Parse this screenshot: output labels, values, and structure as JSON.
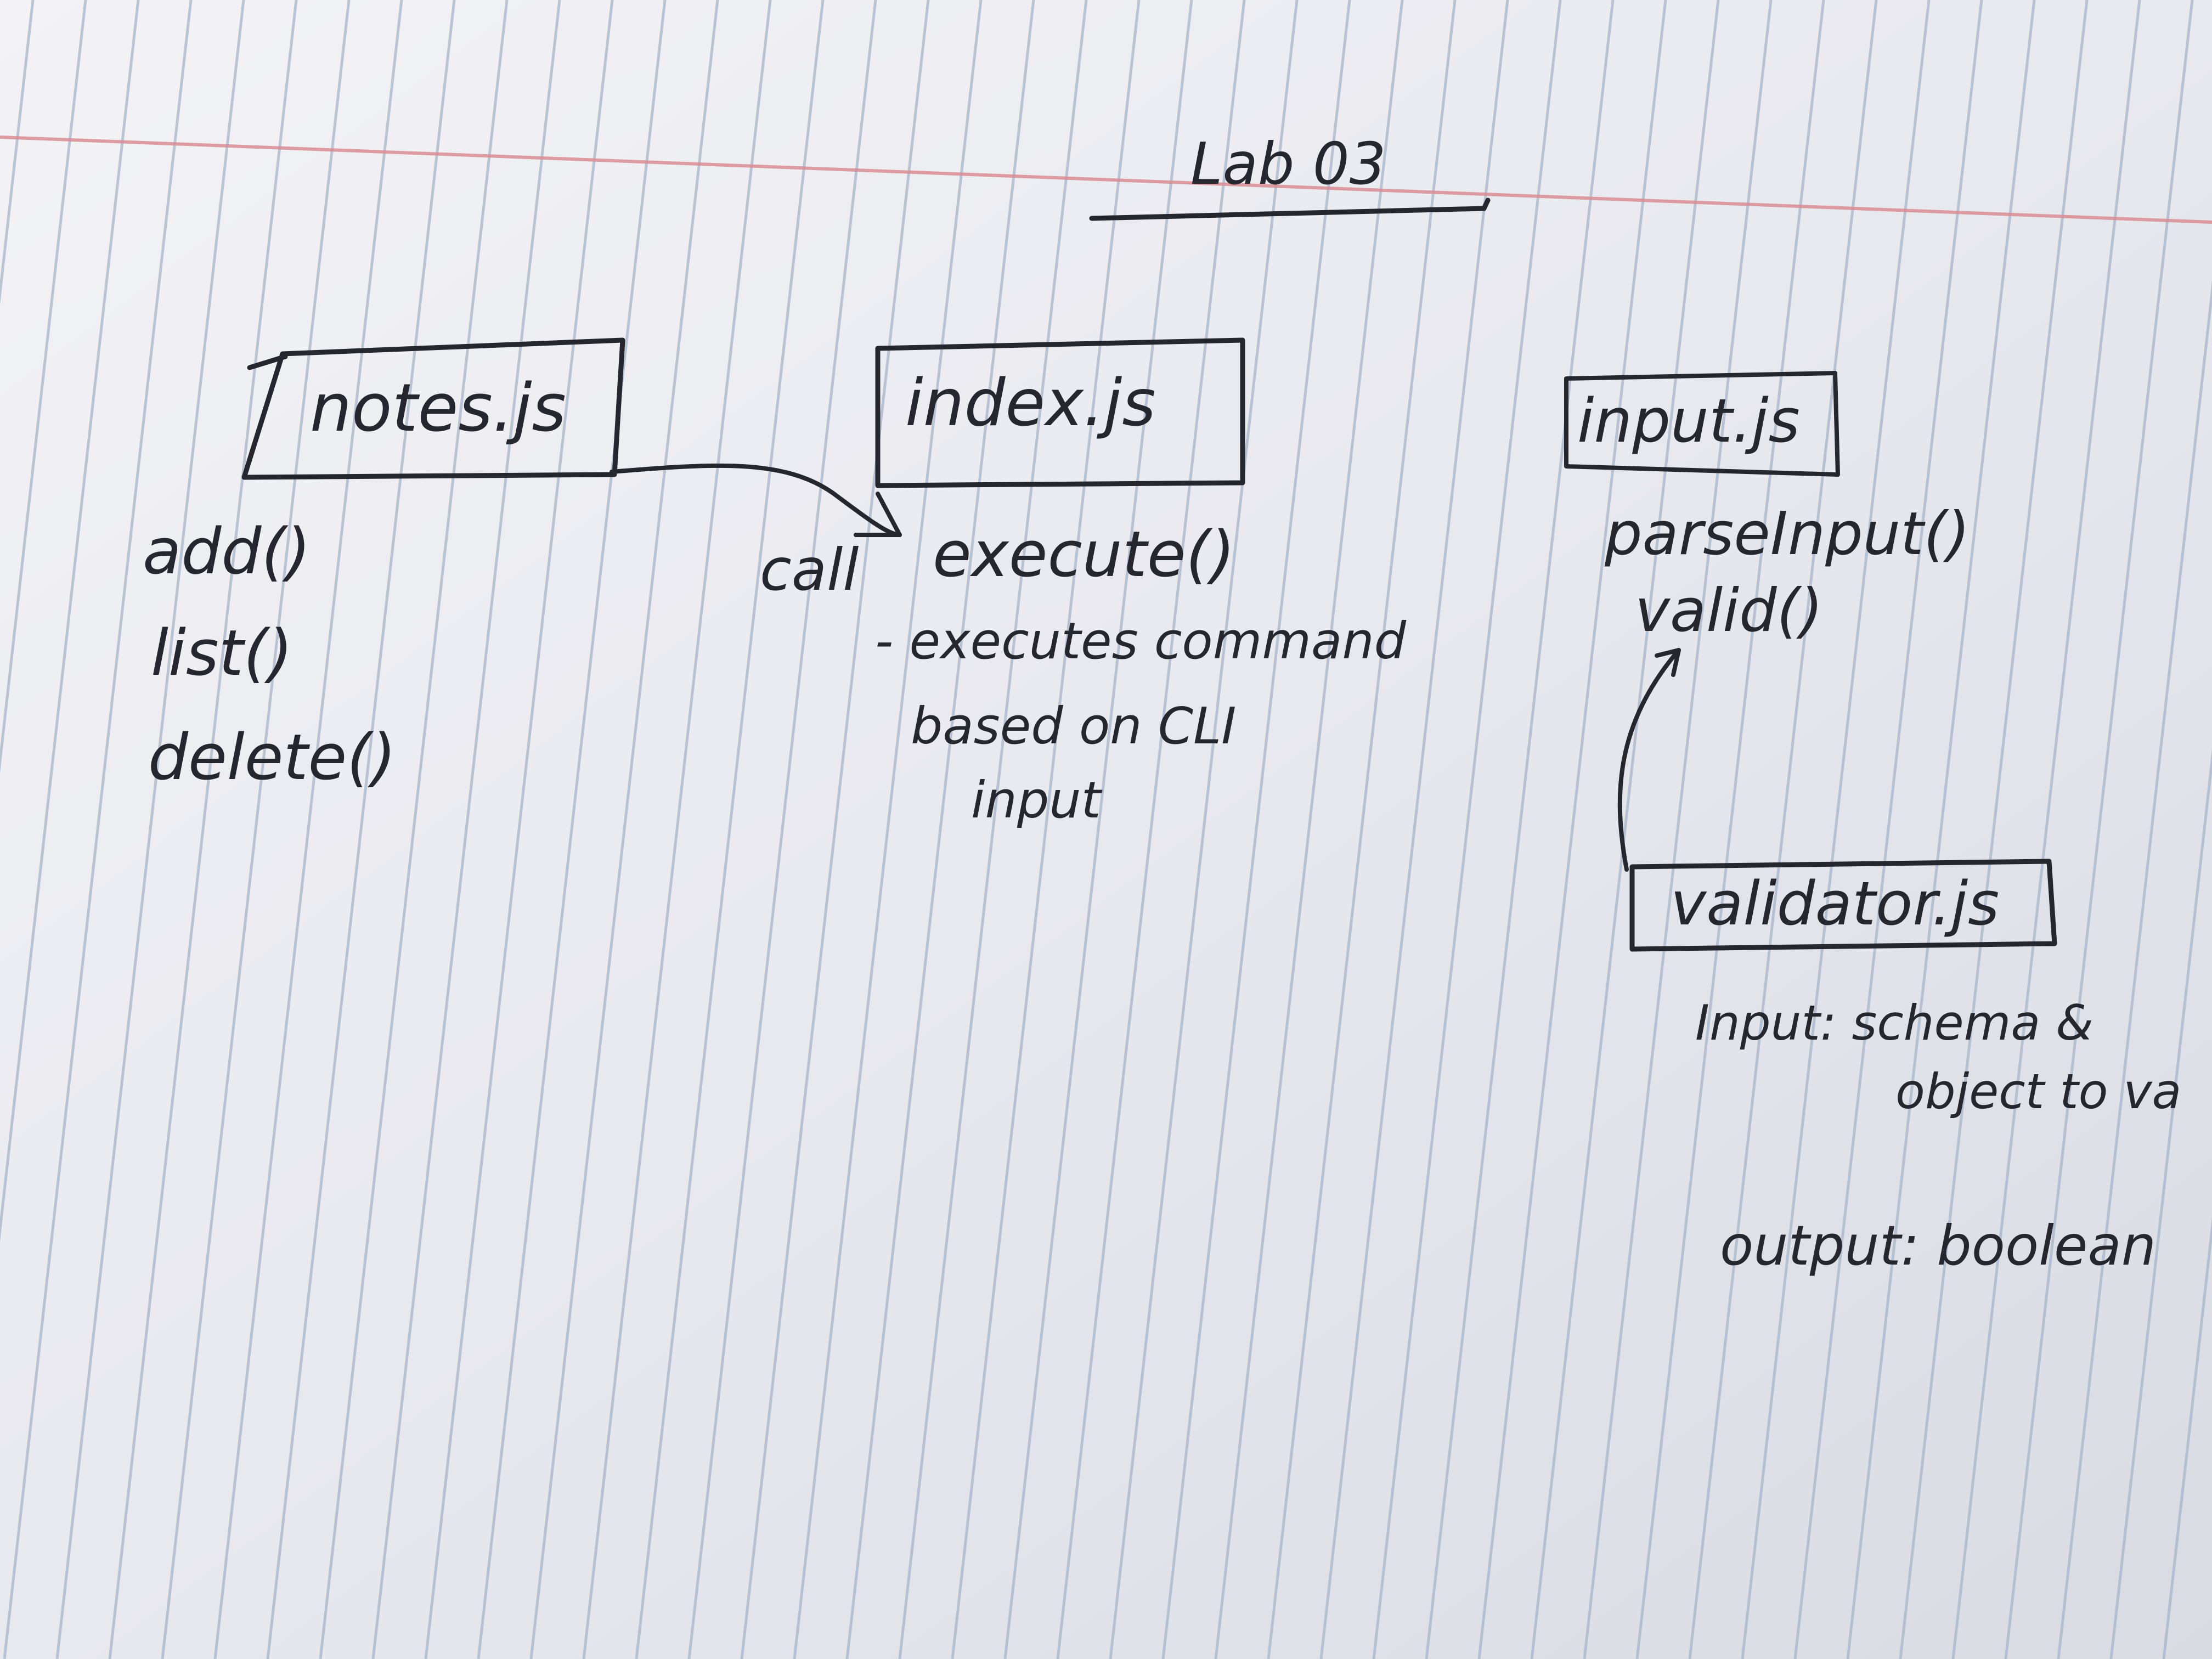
{
  "page": {
    "title": "Lab 03"
  },
  "modules": {
    "notes": {
      "label": "notes.js",
      "functions": [
        "add()",
        "list()",
        "delete()"
      ]
    },
    "index": {
      "label": "index.js",
      "function": "execute()",
      "notes": [
        "- executes command",
        "based on CLI",
        "input"
      ]
    },
    "input": {
      "label": "input.js",
      "functions": [
        "parseInput()",
        "valid()"
      ]
    },
    "validator": {
      "label": "validator.js",
      "input_label": "Input: schema &",
      "input_cont": "object to va",
      "output_label": "output: boolean"
    }
  },
  "connections": {
    "notes_to_index": "call"
  },
  "colors": {
    "paper": "#e9eaf0",
    "rule": "#a9b5c7",
    "margin": "#d98c93",
    "ink": "#26262e"
  }
}
